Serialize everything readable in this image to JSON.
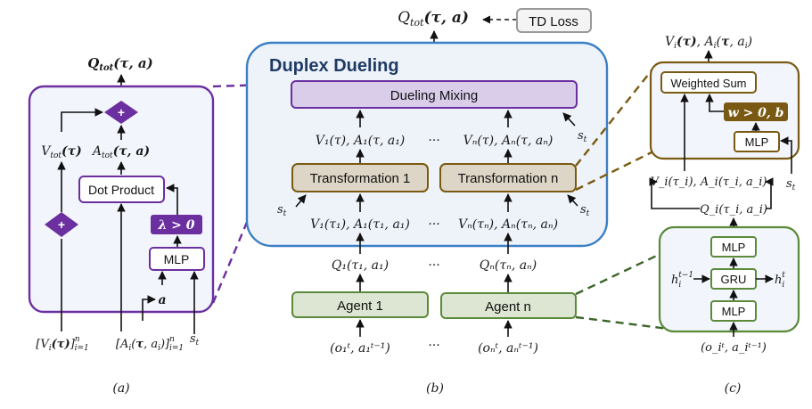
{
  "colors": {
    "purple": "#6b2fa0",
    "purple_fill": "#d9cdea",
    "blue": "#3b7fc4",
    "panel_fill": "#f2f5fb",
    "brown": "#7a5a12",
    "brown_fill": "#ddd6c6",
    "green": "#5a8a3a",
    "green_fill": "#dde6d2",
    "gray_border": "#999999",
    "title_color": "#1f3a63"
  },
  "panel_a": {
    "caption": "(a)",
    "output_label": "Q_tot(τ, a)",
    "plus_symbol": "+",
    "v_tot_label": "V_tot(τ)",
    "a_tot_label": "A_tot(τ, a)",
    "dot_product_label": "Dot Product",
    "lambda_label": "λ > 0",
    "mlp_label": "MLP",
    "action_label": "a",
    "inputs": {
      "v": "[V_i(τ)]ⁿ_{i=1}",
      "a": "[A_i(τ, a_i)]ⁿ_{i=1}",
      "s": "s_t"
    }
  },
  "panel_b": {
    "caption": "(b)",
    "title": "Duplex Dueling",
    "output_label": "Q_tot(τ, a)",
    "td_loss_label": "TD Loss",
    "dueling_mixing_label": "Dueling Mixing",
    "state_label": "s_t",
    "ellipsis": "···",
    "upper_values": [
      "V₁(τ), A₁(τ, a₁)",
      "Vₙ(τ), Aₙ(τ, aₙ)"
    ],
    "transformations": [
      "Transformation 1",
      "Transformation n"
    ],
    "lower_values": [
      "V₁(τ₁), A₁(τ₁, a₁)",
      "Vₙ(τₙ), Aₙ(τₙ, aₙ)"
    ],
    "q_values": [
      "Q₁(τ₁, a₁)",
      "Qₙ(τₙ, aₙ)"
    ],
    "agents": [
      "Agent 1",
      "Agent n"
    ],
    "agent_inputs": [
      "(o₁ᵗ, a₁ᵗ⁻¹)",
      "(oₙᵗ, aₙᵗ⁻¹)"
    ]
  },
  "panel_c": {
    "caption": "(c)",
    "output_label": "V_i(τ), A_i(τ, a_i)",
    "weighted_sum_label": "Weighted Sum",
    "wb_label": "w > 0, b",
    "mlp_label": "MLP",
    "state_label": "s_t",
    "vi_label": "V_i(τ_i), A_i(τ_i, a_i)",
    "qi_label": "Q_i(τ_i, a_i)",
    "agent_mlp_top": "MLP",
    "gru_label": "GRU",
    "agent_mlp_bottom": "MLP",
    "h_prev_label": "h_iᵗ⁻¹",
    "h_next_label": "h_iᵗ",
    "input_label": "(o_iᵗ, a_iᵗ⁻¹)"
  }
}
